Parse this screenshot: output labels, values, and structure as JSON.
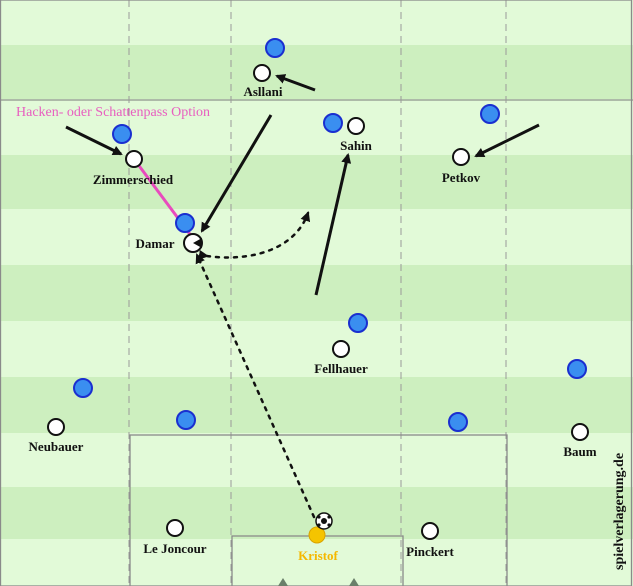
{
  "colors": {
    "stripe_light": "#e2fad8",
    "stripe_dark": "#cdefbf",
    "own_player": "#ffffff",
    "opponent": "#3a8ef0",
    "goalkeeper": "#f5c400",
    "option_line": "#e84bbd"
  },
  "option_text": "Hacken- oder Schattenpass Option",
  "credit": "spielverlagerung.de",
  "players": {
    "asllani": "Asllani",
    "zimmerschied": "Zimmerschied",
    "sahin": "Sahin",
    "petkov": "Petkov",
    "damar": "Damar",
    "fellhauer": "Fellhauer",
    "neubauer": "Neubauer",
    "baum": "Baum",
    "le_joncour": "Le Joncour",
    "pinckert": "Pinckert",
    "kristof": "Kristof"
  },
  "icons": {
    "ball": "football-icon"
  }
}
